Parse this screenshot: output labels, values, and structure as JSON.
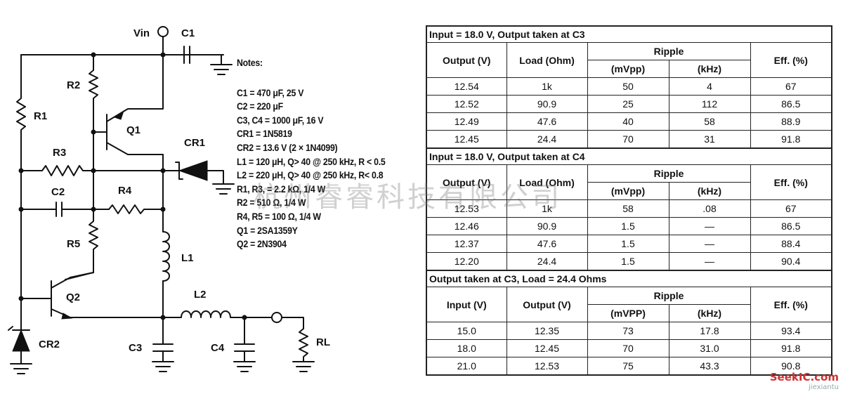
{
  "schematic": {
    "labels": {
      "vin": "Vin",
      "c1": "C1",
      "r2": "R2",
      "r1": "R1",
      "q1": "Q1",
      "cr1": "CR1",
      "r3": "R3",
      "c2": "C2",
      "r4": "R4",
      "r5": "R5",
      "l1": "L1",
      "q2": "Q2",
      "l2": "L2",
      "cr2": "CR2",
      "c3": "C3",
      "c4": "C4",
      "rl": "RL"
    }
  },
  "notes": {
    "title": "Notes:",
    "lines": [
      "C1 = 470 μF, 25 V",
      "C2 = 220 μF",
      "C3, C4 = 1000 μF, 16 V",
      "CR1 = 1N5819",
      "CR2 = 13.6 V (2 × 1N4099)",
      "L1 = 120 μH, Q> 40 @ 250 kHz, R < 0.5",
      "L2 = 220 μH, Q> 40 @ 250 kHz, R< 0.8",
      "R1, R3, = 2.2 kΩ, 1/4 W",
      "R2 = 510 Ω, 1/4 W",
      "R4, R5 = 100 Ω, 1/4 W",
      "Q1 = 2SA1359Y",
      "Q2 = 2N3904"
    ]
  },
  "table": {
    "ripple": "Ripple",
    "sections": [
      {
        "title": "Input = 18.0 V, Output taken at C3",
        "headers": [
          "Output (V)",
          "Load (Ohm)",
          "(mVpp)",
          "(kHz)",
          "Eff. (%)"
        ],
        "rows": [
          [
            "12.54",
            "1k",
            "50",
            "4",
            "67"
          ],
          [
            "12.52",
            "90.9",
            "25",
            "112",
            "86.5"
          ],
          [
            "12.49",
            "47.6",
            "40",
            "58",
            "88.9"
          ],
          [
            "12.45",
            "24.4",
            "70",
            "31",
            "91.8"
          ]
        ]
      },
      {
        "title": "Input = 18.0 V, Output taken at C4",
        "headers": [
          "Output (V)",
          "Load (Ohm)",
          "(mVpp)",
          "(kHz)",
          "Eff. (%)"
        ],
        "rows": [
          [
            "12.53",
            "1k",
            "58",
            ".08",
            "67"
          ],
          [
            "12.46",
            "90.9",
            "1.5",
            "—",
            "86.5"
          ],
          [
            "12.37",
            "47.6",
            "1.5",
            "—",
            "88.4"
          ],
          [
            "12.20",
            "24.4",
            "1.5",
            "—",
            "90.4"
          ]
        ]
      },
      {
        "title": "Output taken at C3, Load = 24.4 Ohms",
        "headers": [
          "Input (V)",
          "Output (V)",
          "(mVPP)",
          "(kHz)",
          "Eff. (%)"
        ],
        "rows": [
          [
            "15.0",
            "12.35",
            "73",
            "17.8",
            "93.4"
          ],
          [
            "18.0",
            "12.45",
            "70",
            "31.0",
            "91.8"
          ],
          [
            "21.0",
            "12.53",
            "75",
            "43.3",
            "90.8"
          ]
        ]
      }
    ]
  },
  "watermark": "杭州睿睿科技有限公司",
  "logo": {
    "brand": "SeekIC.com",
    "sub": "jiexiantu"
  }
}
